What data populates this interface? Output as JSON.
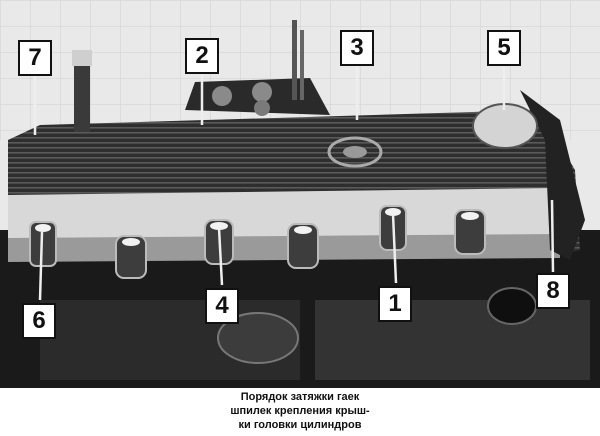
{
  "labels": [
    "1",
    "2",
    "3",
    "4",
    "5",
    "6",
    "7",
    "8"
  ],
  "caption": {
    "line1": "Порядок затяжки гаек",
    "line2": "шпилек крепления крыш-",
    "line3": "ки головки цилиндров"
  }
}
